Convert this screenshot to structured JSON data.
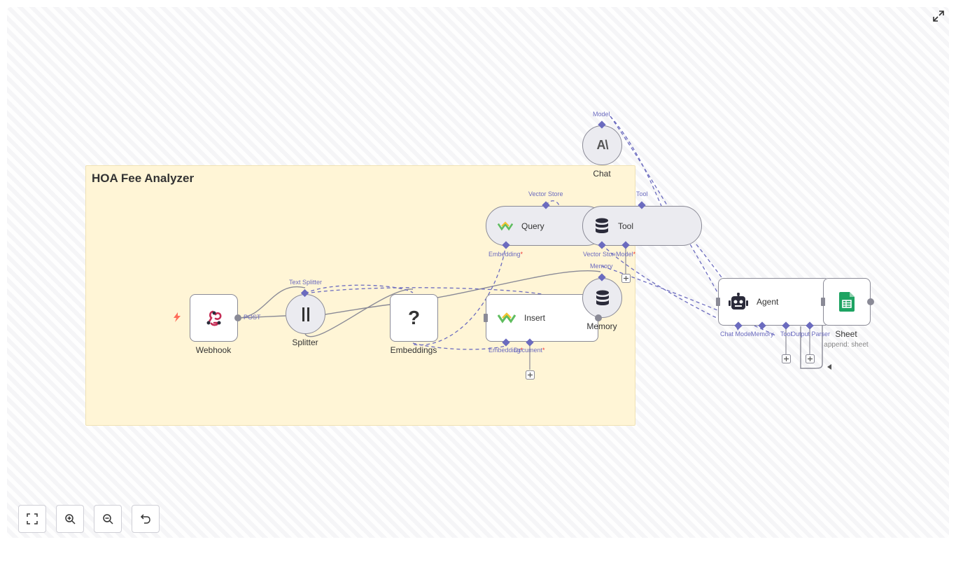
{
  "sticky_note": {
    "title": "HOA Fee Analyzer"
  },
  "nodes": {
    "webhook": {
      "label": "Webhook",
      "output": "POST"
    },
    "splitter": {
      "label": "Splitter",
      "input": "Text Splitter"
    },
    "embeddings": {
      "label": "Embeddings",
      "glyph": "?"
    },
    "insert": {
      "label": "Insert",
      "in_embedding": "Embedding",
      "in_document": "Document"
    },
    "query": {
      "label": "Query",
      "in_vector_store": "Vector Store",
      "out_embedding": "Embedding"
    },
    "tool": {
      "label": "Tool",
      "in_tool": "Tool",
      "out_vector_store": "Vector Store",
      "out_model": "Model"
    },
    "chat": {
      "label": "Chat",
      "in_model": "Model",
      "glyph": "A\\"
    },
    "memory": {
      "label": "Memory",
      "in_memory": "Memory"
    },
    "agent": {
      "label": "Agent",
      "p_chat_model": "Chat Model",
      "p_memory": "Memory",
      "p_tool": "Tool",
      "p_output_parser": "Output Parser"
    },
    "sheet": {
      "label": "Sheet",
      "subtitle": "append: sheet"
    }
  },
  "required_marker": "*",
  "icons": {
    "webhook": "webhook-icon",
    "splitter": "splitter-icon",
    "embeddings": "question-icon",
    "insert": "weaviate-icon",
    "query": "weaviate-icon",
    "tool": "database-icon",
    "chat": "anthropic-icon",
    "memory": "database-icon",
    "agent": "robot-icon",
    "sheet": "google-sheets-icon",
    "trigger": "lightning-icon"
  },
  "colors": {
    "accent": "#6b6bbf",
    "sticky": "#fff5d6",
    "node_border": "#8a8a96",
    "trigger": "#ff6d5a",
    "sheets_green": "#1ea362"
  },
  "controls": [
    "fit-view",
    "zoom-in",
    "zoom-out",
    "reset-zoom"
  ]
}
